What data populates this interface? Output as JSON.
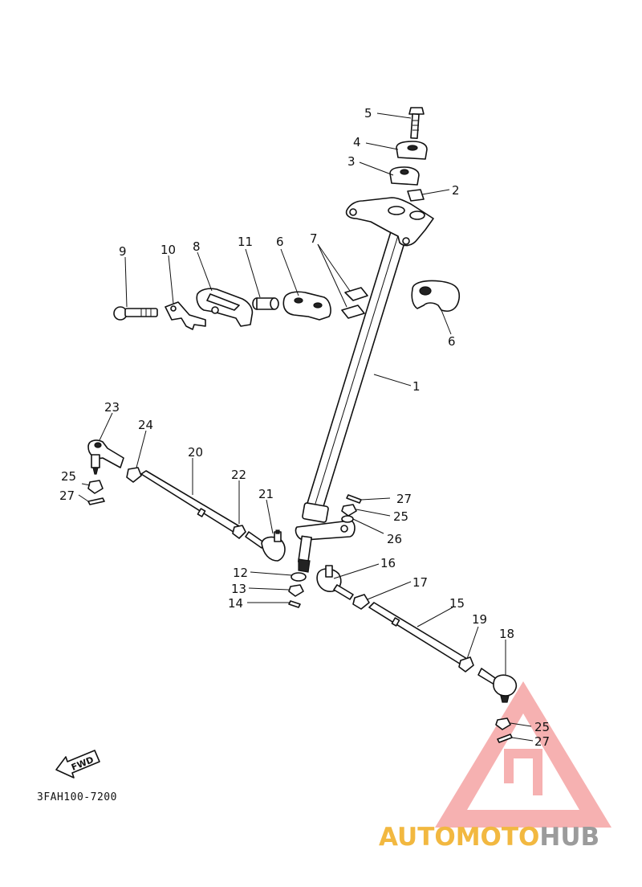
{
  "diagram_code": "3FAH100-7200",
  "fwd_label": "FWD",
  "watermark": {
    "brand_part1": "AUTOMOTO",
    "brand_part2": "HUB",
    "color_primary": "#f5a8a8",
    "color_secondary": "#9b9b9b",
    "color_text_accent": "#f2b840"
  },
  "callouts": {
    "n5": "5",
    "n4": "4",
    "n3": "3",
    "n2": "2",
    "n9": "9",
    "n10": "10",
    "n8": "8",
    "n11": "11",
    "n6a": "6",
    "n7": "7",
    "n6b": "6",
    "n1": "1",
    "n23": "23",
    "n24": "24",
    "n20": "20",
    "n22": "22",
    "n21": "21",
    "n25a": "25",
    "n27a": "27",
    "n27b": "27",
    "n25b": "25",
    "n26": "26",
    "n16": "16",
    "n17": "17",
    "n15": "15",
    "n19": "19",
    "n18": "18",
    "n12": "12",
    "n13": "13",
    "n14": "14",
    "n25c": "25",
    "n27c": "27"
  }
}
